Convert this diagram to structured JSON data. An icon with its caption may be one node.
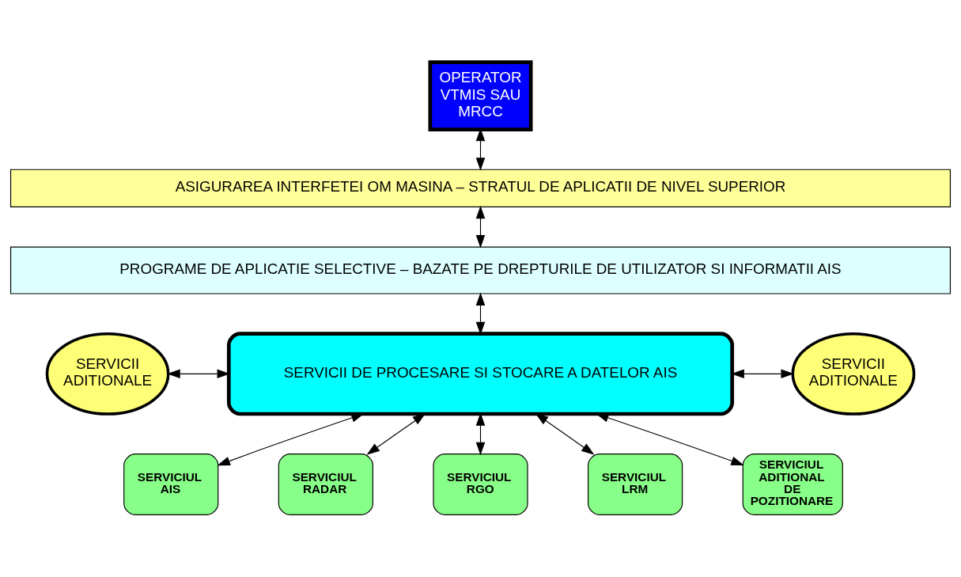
{
  "diagram": {
    "nodes": [
      {
        "text": [
          "OPERATOR VTMIS SAU MRCC"
        ]
      },
      {
        "text": [
          "ASIGURAREA INTERFETEI OM MASINA – STRATUL DE APLICATII DE NIVEL SUPERIOR"
        ]
      },
      {
        "text": [
          "PROGRAME DE APLICATIE SELECTIVE – BAZATE PE DREPTURILE DE UTILIZATOR SI INFORMATII AIS"
        ]
      },
      {
        "text": [
          "SERVICII DE PROCESARE SI STOCARE A DATELOR AIS"
        ]
      },
      {
        "text": [
          "SERVICII ADITIONALE"
        ]
      },
      {
        "text": [
          "SERVICII ADITIONALE"
        ]
      },
      {
        "text": [
          "SERVICIUL AIS"
        ]
      },
      {
        "text": [
          "SERVICIUL RADAR"
        ]
      },
      {
        "text": [
          "SERVICIUL RGO"
        ]
      },
      {
        "text": [
          "SERVICIUL LRM"
        ]
      },
      {
        "text": [
          "SERVICIUL ADITIONAL DE POZITIONARE"
        ]
      }
    ],
    "edges": [
      {
        "from": 0,
        "to": 1,
        "arrow": "both"
      },
      {
        "from": 1,
        "to": 2,
        "arrow": "both"
      },
      {
        "from": 2,
        "to": 3,
        "arrow": "both"
      },
      {
        "from": 4,
        "to": 3,
        "arrow": "both"
      },
      {
        "from": 3,
        "to": 5,
        "arrow": "both"
      },
      {
        "from": 3,
        "to": 6,
        "arrow": "both"
      },
      {
        "from": 3,
        "to": 7,
        "arrow": "both"
      },
      {
        "from": 3,
        "to": 8,
        "arrow": "both"
      },
      {
        "from": 3,
        "to": 9,
        "arrow": "both"
      },
      {
        "from": 3,
        "to": 10,
        "arrow": "both"
      }
    ]
  }
}
